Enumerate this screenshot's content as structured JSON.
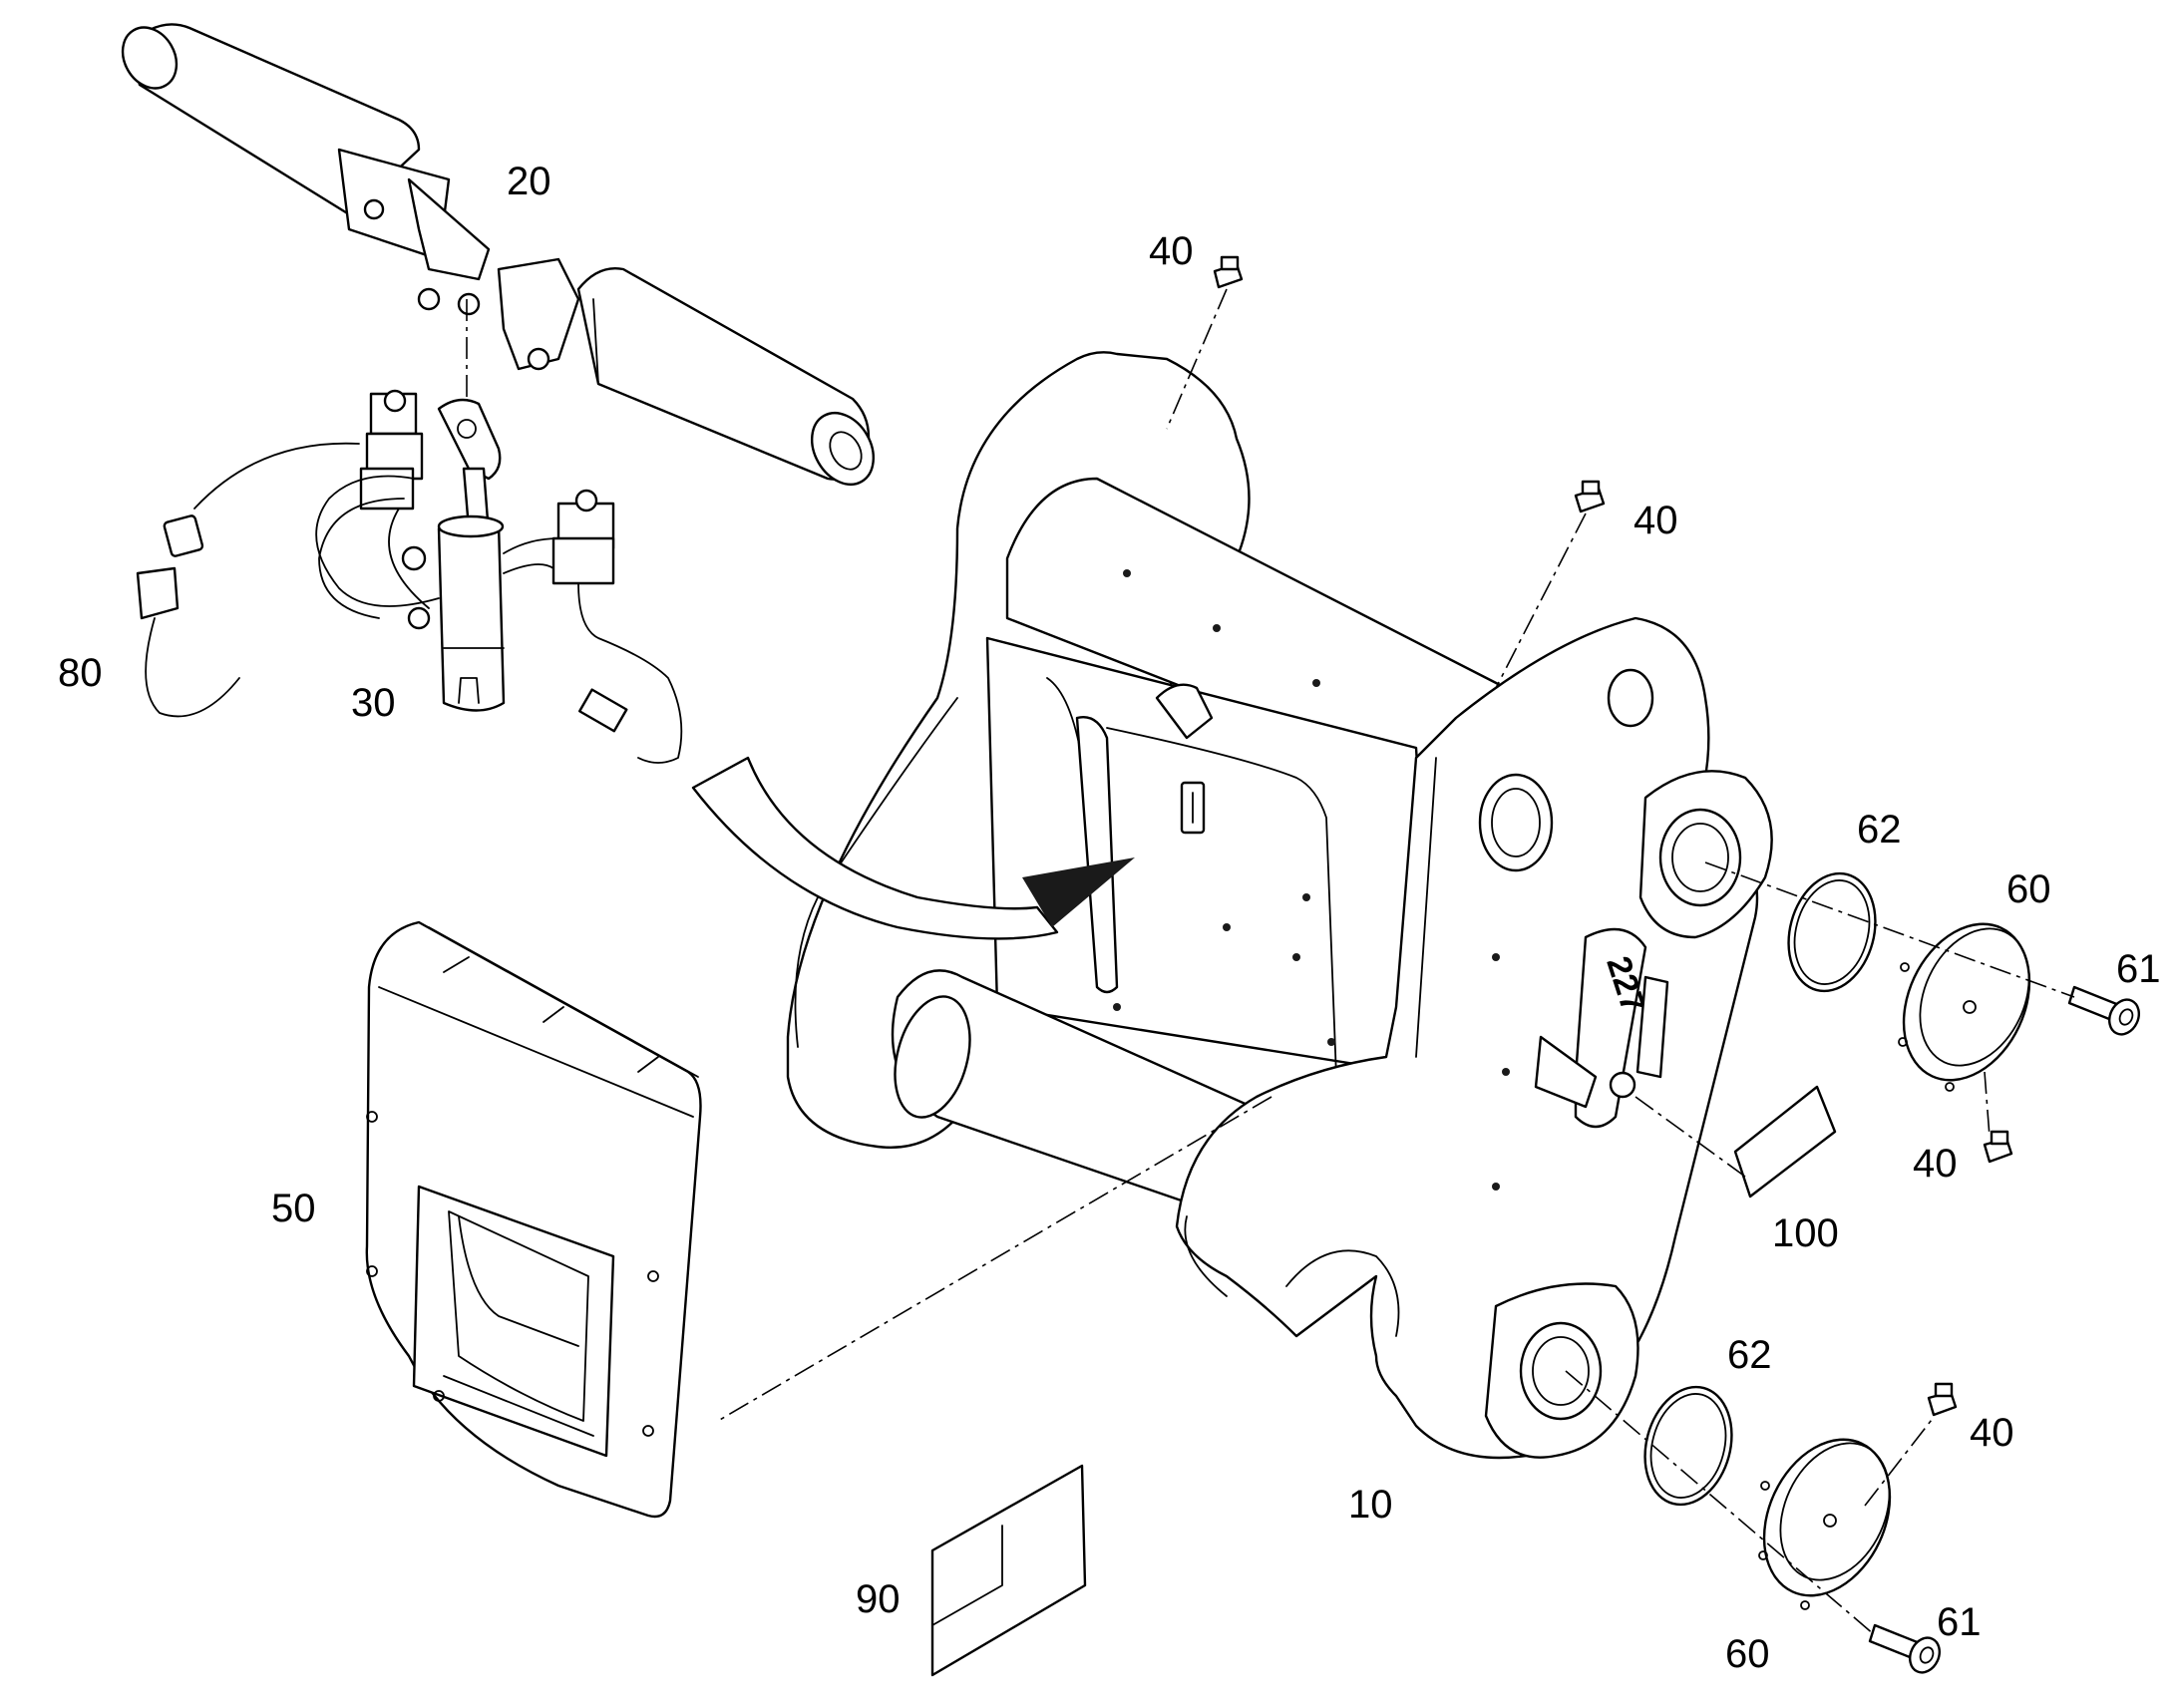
{
  "callouts": {
    "c10": "10",
    "c20": "20",
    "c30": "30",
    "c40_a": "40",
    "c40_b": "40",
    "c40_c": "40",
    "c40_d": "40",
    "c50": "50",
    "c60_a": "60",
    "c60_b": "60",
    "c61_a": "61",
    "c61_b": "61",
    "c62_a": "62",
    "c62_b": "62",
    "c80": "80",
    "c90": "90",
    "c100": "100"
  },
  "frame_marking": "227",
  "colors": {
    "line": "#000000",
    "background": "#ffffff"
  }
}
